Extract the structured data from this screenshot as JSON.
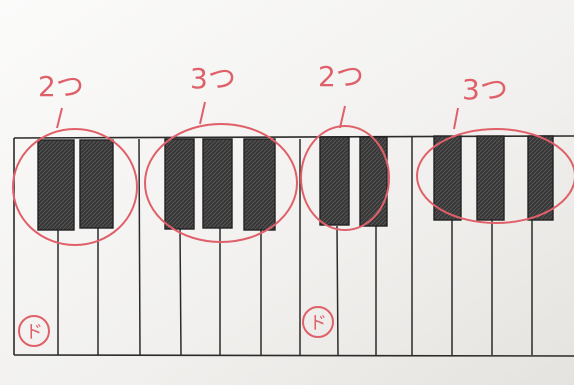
{
  "drawing": {
    "labels": [
      "2つ",
      "3つ",
      "2つ",
      "3つ"
    ],
    "do_marks": [
      "ド",
      "ド"
    ]
  },
  "colors": {
    "paper": "#f4f3f1",
    "ink": "#2b2b2b",
    "black_key_fill": "#3a3a3a",
    "red_pen": "#e0606a"
  }
}
